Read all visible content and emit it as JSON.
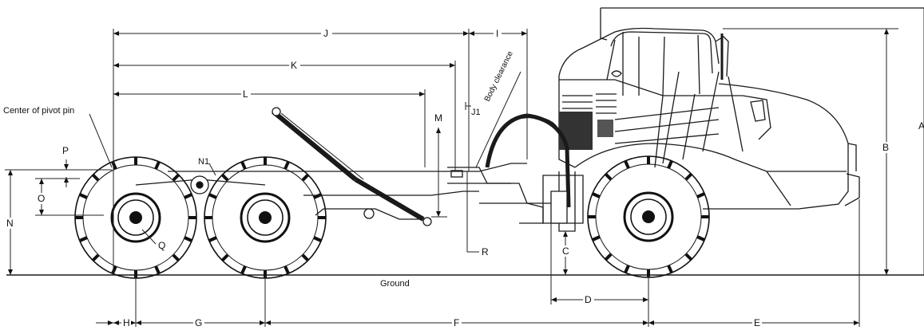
{
  "diagram": {
    "labels": {
      "J": "J",
      "I": "I",
      "K": "K",
      "L": "L",
      "M": "M",
      "J1": "J1",
      "body_clearance": "Body clearance",
      "center_pivot": "Center of pivot pin",
      "P": "P",
      "N1": "N1",
      "O": "O",
      "N": "N",
      "Q": "Q",
      "R": "R",
      "C": "C",
      "B": "B",
      "A": "A",
      "ground": "Ground",
      "H": "H",
      "G": "G",
      "F": "F",
      "D": "D",
      "E": "E"
    }
  }
}
